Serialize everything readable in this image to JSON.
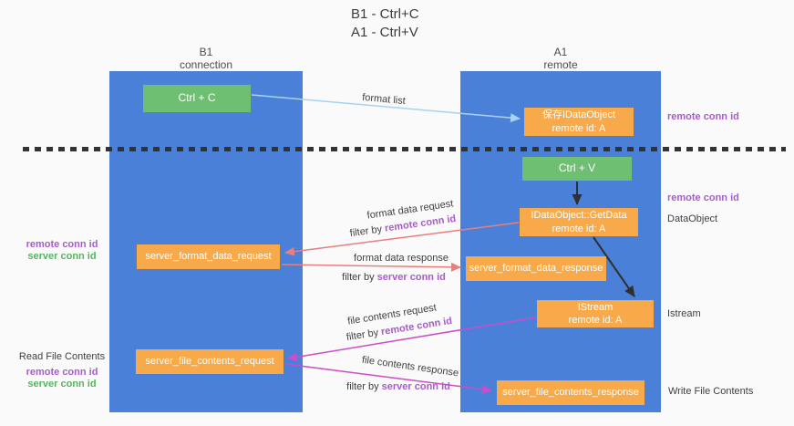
{
  "title": {
    "line1": "B1 - Ctrl+C",
    "line2": "A1 - Ctrl+V"
  },
  "lifelines": {
    "b1": {
      "name": "B1",
      "subtitle": "connection"
    },
    "a1": {
      "name": "A1",
      "subtitle": "remote"
    }
  },
  "nodes": {
    "ctrl_c": {
      "label": "Ctrl + C"
    },
    "ctrl_v": {
      "label": "Ctrl + V"
    },
    "save_idataobject": {
      "line1": "保存IDataObject",
      "line2": "remote id: A"
    },
    "getdata": {
      "line1": "IDataObject::GetData",
      "line2": "remote id: A"
    },
    "istream": {
      "line1": "IStream",
      "line2": "remote id: A"
    },
    "format_request": {
      "label": "server_format_data_request"
    },
    "format_response": {
      "label": "server_format_data_response"
    },
    "file_request": {
      "label": "server_file_contents_request"
    },
    "file_response": {
      "label": "server_file_contents_response"
    }
  },
  "left_labels": {
    "pair1": {
      "remote": "remote conn id",
      "server": "server conn id"
    },
    "read_file": "Read File Contents",
    "pair2": {
      "remote": "remote conn id",
      "server": "server conn id"
    }
  },
  "right_labels": {
    "remote_conn_top": "remote conn id",
    "remote_conn_mid": "remote conn id",
    "dataobject": "DataObject",
    "istream": "Istream",
    "write_file": "Write File Contents"
  },
  "flow_labels": {
    "format_list": "format list",
    "format_data_request": "format data request",
    "format_data_response": "format data response",
    "file_contents_request": "file contents request",
    "file_contents_response": "file contents response",
    "filter_by": "filter by",
    "remote_conn_id": "remote conn id",
    "server_conn_id": "server conn id"
  },
  "colors": {
    "background": "#fafafa",
    "lifeline_blue": "#4a80d8",
    "box_green": "#6ebf72",
    "box_orange": "#f8a94a",
    "arrow_light_blue": "#a9d2f0",
    "arrow_salmon": "#ea7e7e",
    "arrow_magenta": "#ca4dca",
    "arrow_black": "#303030",
    "text_purple": "#a85cc8",
    "text_green": "#56b45f",
    "text_dark": "#3f3f3f"
  }
}
